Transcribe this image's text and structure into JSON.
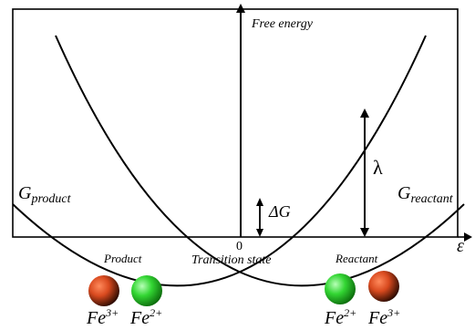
{
  "labels": {
    "y_axis": "Free energy",
    "x_origin": "0",
    "x_axis": "ε",
    "transition_state": "Transition state",
    "product_curve_main": "G",
    "product_curve_sub": "product",
    "reactant_curve_main": "G",
    "reactant_curve_sub": "reactant",
    "lambda": "λ",
    "delta_g": "ΔG",
    "product_section": "Product",
    "reactant_section": "Reactant"
  },
  "ions": {
    "product_left": {
      "label": "Fe",
      "sup": "3+",
      "color": "#d94a1f"
    },
    "product_right": {
      "label": "Fe",
      "sup": "2+",
      "color": "#33d633"
    },
    "reactant_left": {
      "label": "Fe",
      "sup": "2+",
      "color": "#33d633"
    },
    "reactant_right": {
      "label": "Fe",
      "sup": "3+",
      "color": "#d94a1f"
    }
  }
}
